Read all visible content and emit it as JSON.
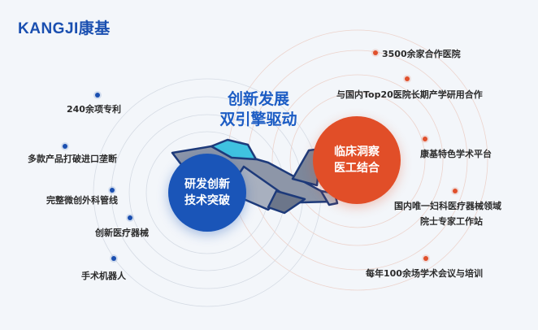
{
  "logo": {
    "text": "KANGJI康基"
  },
  "title": {
    "line1": "创新发展",
    "line2": "双引擎驱动"
  },
  "left_circle": {
    "line1": "研发创新",
    "line2": "技术突破",
    "color": "#1a55b8"
  },
  "right_circle": {
    "line1": "临床洞察",
    "line2": "医工结合",
    "color": "#e14e28"
  },
  "left_items": [
    "240余项专利",
    "多款产品打破进口垄断",
    "完整微创外科管线",
    "创新医疗器械",
    "手术机器人"
  ],
  "right_items": [
    "3500余家合作医院",
    "与国内Top20医院长期产学研用合作",
    "康基特色学术平台",
    "国内唯一妇科医疗器械领域",
    "院士专家工作站",
    "每年100余场学术会议与培训"
  ]
}
